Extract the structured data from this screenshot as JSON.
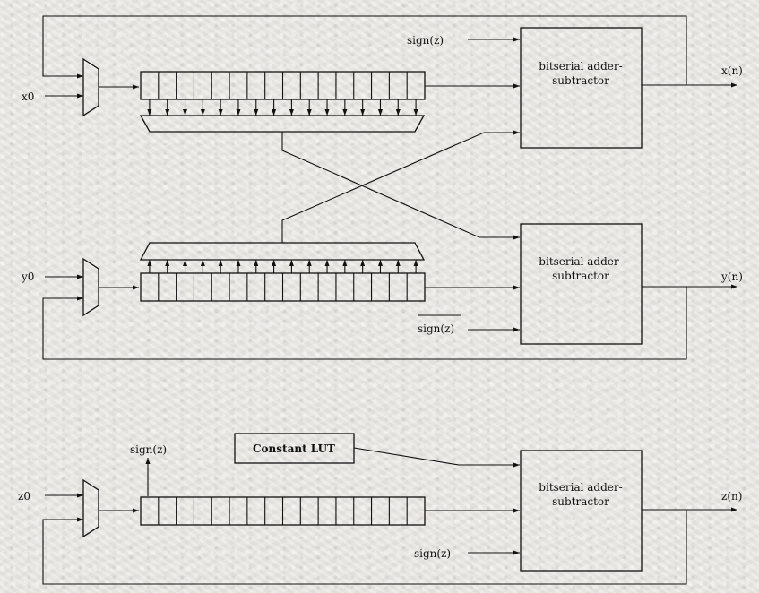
{
  "top_row": {
    "input_label": "x0",
    "sign_in_label": "sign(z)",
    "adder_label_line1": "bitserial adder-",
    "adder_label_line2": "subtractor",
    "output_label": "x(n)"
  },
  "middle_row": {
    "input_label": "y0",
    "sign_in_label": "sign(z)",
    "sign_in_overline": true,
    "adder_label_line1": "bitserial adder-",
    "adder_label_line2": "subtractor",
    "output_label": "y(n)"
  },
  "bottom_row": {
    "input_label": "z0",
    "register_tap_label": "sign(z)",
    "lut_label": "Constant LUT",
    "sign_in_label": "sign(z)",
    "adder_label_line1": "bitserial adder-",
    "adder_label_line2": "subtractor",
    "output_label": "z(n)"
  }
}
